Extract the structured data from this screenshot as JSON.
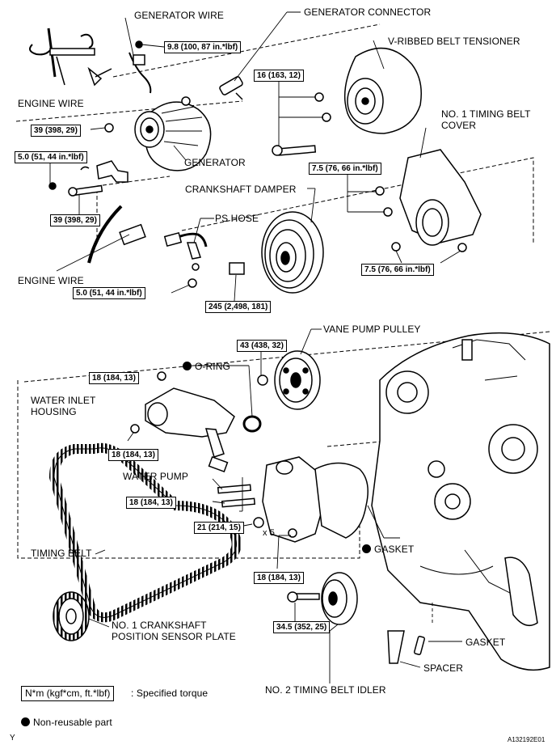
{
  "labels": {
    "generator_wire": "GENERATOR WIRE",
    "generator_connector": "GENERATOR CONNECTOR",
    "v_ribbed_belt_tensioner": "V-RIBBED BELT TENSIONER",
    "engine_wire_top": "ENGINE WIRE",
    "no1_timing_belt_cover": "NO. 1 TIMING BELT COVER",
    "generator": "GENERATOR",
    "crankshaft_damper": "CRANKSHAFT DAMPER",
    "ps_hose": "PS HOSE",
    "engine_wire_bottom": "ENGINE WIRE",
    "vane_pump_pulley": "VANE PUMP PULLEY",
    "o_ring": "O-RING",
    "water_inlet_housing": "WATER INLET HOUSING",
    "water_pump": "WATER PUMP",
    "timing_belt": "TIMING BELT",
    "gasket_right": "GASKET",
    "no1_crankshaft_sensor_plate": "NO. 1 CRANKSHAFT POSITION SENSOR PLATE",
    "gasket_bottom": "GASKET",
    "spacer": "SPACER",
    "no2_timing_belt_idler": "NO. 2 TIMING BELT IDLER",
    "times_five": "x 5"
  },
  "torques": {
    "t_9_8": "9.8 (100, 87 in.*lbf)",
    "t_16": "16 (163, 12)",
    "t_39_top": "39 (398, 29)",
    "t_5_0_top": "5.0 (51, 44 in.*lbf)",
    "t_7_5_top": "7.5 (76, 66 in.*lbf)",
    "t_39_bottom": "39 (398, 29)",
    "t_7_5_bottom": "7.5 (76, 66 in.*lbf)",
    "t_5_0_bottom": "5.0 (51, 44 in.*lbf)",
    "t_245": "245 (2,498, 181)",
    "t_43": "43 (438, 32)",
    "t_18_top": "18 (184, 13)",
    "t_18_housing": "18 (184, 13)",
    "t_18_pump": "18 (184, 13)",
    "t_21": "21 (214, 15)",
    "t_18_bottom": "18 (184, 13)",
    "t_34_5": "34.5 (352, 25)"
  },
  "legend": {
    "torque_box": "N*m (kgf*cm, ft.*lbf)",
    "torque_text": ": Specified torque",
    "non_reusable": "Non-reusable part"
  },
  "corner": {
    "left": "Y",
    "right": "A132192E01"
  }
}
